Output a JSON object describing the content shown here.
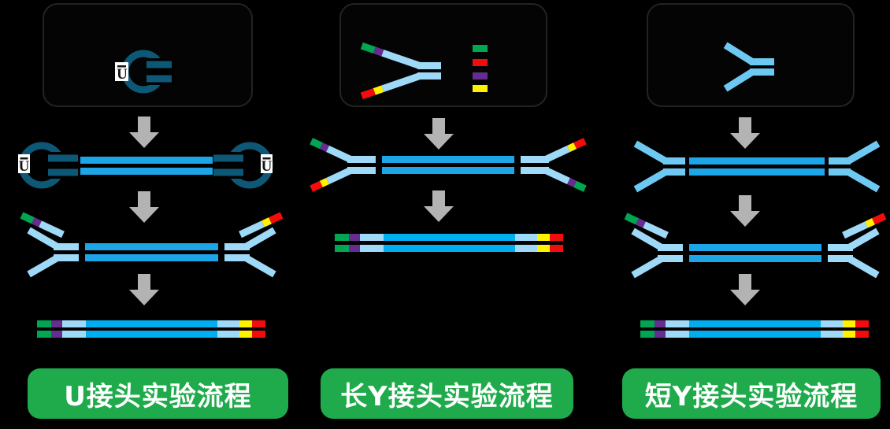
{
  "palette": {
    "background": "#000000",
    "panel_border": "#232323",
    "adapter_teal": "#0D5876",
    "insert_blue": "#1CA6E8",
    "library_blue": "#00AEEF",
    "arm_light_blue": "#9ED9F7",
    "short_y_blue": "#6EC9F2",
    "tip_green": "#00A651",
    "tip_red": "#F20D0D",
    "tip_purple": "#662D91",
    "tip_yellow": "#FFF200",
    "arrow_gray": "#B3B3B3",
    "button_green": "#1FAB4C",
    "button_text": "#FFFFFF",
    "badge_bg": "#FFFFFF",
    "badge_text": "#151515"
  },
  "u_badges": {
    "box": "U",
    "left": "U",
    "right": "U"
  },
  "legend_colors": [
    "green",
    "red",
    "purple",
    "yellow"
  ],
  "workflows": [
    {
      "label": "U接头实验流程"
    },
    {
      "label": "长Y接头实验流程"
    },
    {
      "label": "短Y接头实验流程"
    }
  ]
}
